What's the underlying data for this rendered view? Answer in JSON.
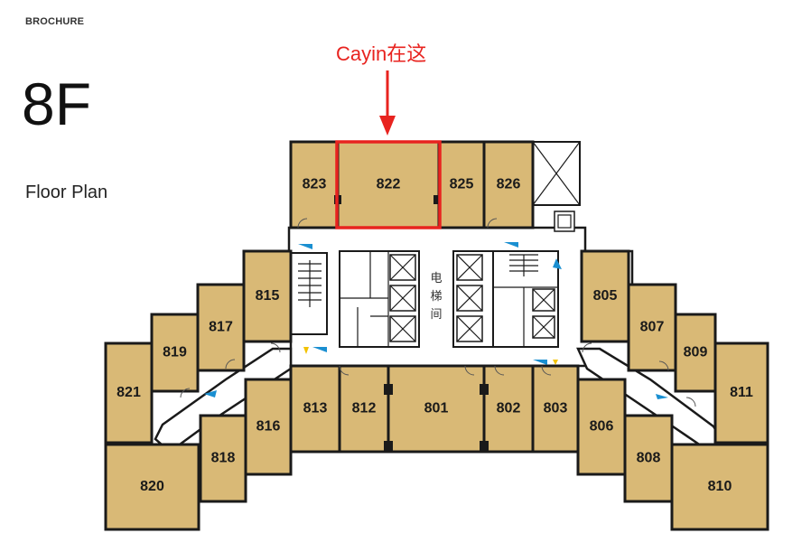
{
  "header": {
    "brand": "BROCHURE",
    "floor": "8F",
    "plan_label": "Floor Plan"
  },
  "callout": {
    "text": "Cayin在这",
    "target_room": "822",
    "color": "#e8231f"
  },
  "core": {
    "elevator_hall_label": "电梯间"
  },
  "colors": {
    "room_fill": "#d9b976",
    "wall": "#1a1a1a",
    "highlight": "#e8231f",
    "door_marker": "#1a8fd1",
    "marker_yellow": "#f2c200"
  },
  "rooms": [
    {
      "id": "823",
      "label": "823"
    },
    {
      "id": "822",
      "label": "822"
    },
    {
      "id": "825",
      "label": "825"
    },
    {
      "id": "826",
      "label": "826"
    },
    {
      "id": "815",
      "label": "815"
    },
    {
      "id": "817",
      "label": "817"
    },
    {
      "id": "819",
      "label": "819"
    },
    {
      "id": "821",
      "label": "821"
    },
    {
      "id": "820",
      "label": "820"
    },
    {
      "id": "818",
      "label": "818"
    },
    {
      "id": "816",
      "label": "816"
    },
    {
      "id": "813",
      "label": "813"
    },
    {
      "id": "812",
      "label": "812"
    },
    {
      "id": "801",
      "label": "801"
    },
    {
      "id": "802",
      "label": "802"
    },
    {
      "id": "803",
      "label": "803"
    },
    {
      "id": "806",
      "label": "806"
    },
    {
      "id": "805",
      "label": "805"
    },
    {
      "id": "807",
      "label": "807"
    },
    {
      "id": "809",
      "label": "809"
    },
    {
      "id": "811",
      "label": "811"
    },
    {
      "id": "808",
      "label": "808"
    },
    {
      "id": "810",
      "label": "810"
    }
  ]
}
